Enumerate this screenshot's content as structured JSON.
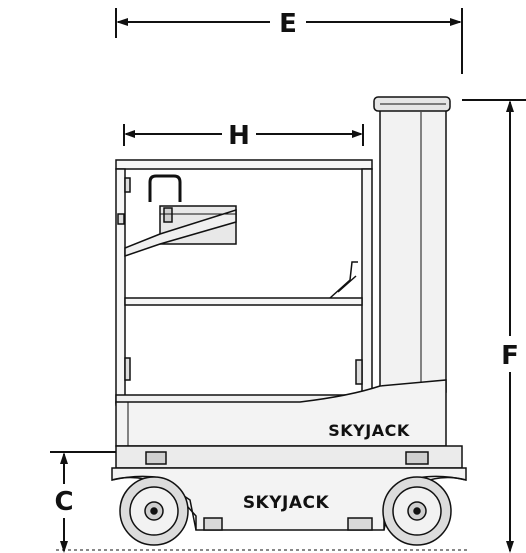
{
  "dimensions": {
    "E": "E",
    "H": "H",
    "F": "F",
    "C": "C"
  },
  "brand": {
    "upper_logo": "SKYJACK",
    "lower_logo": "SKYJACK"
  },
  "colors": {
    "line": "#111111",
    "body_light": "#f4f4f4",
    "body_mid": "#e2e2e2",
    "wheel": "#d6d6d6"
  }
}
